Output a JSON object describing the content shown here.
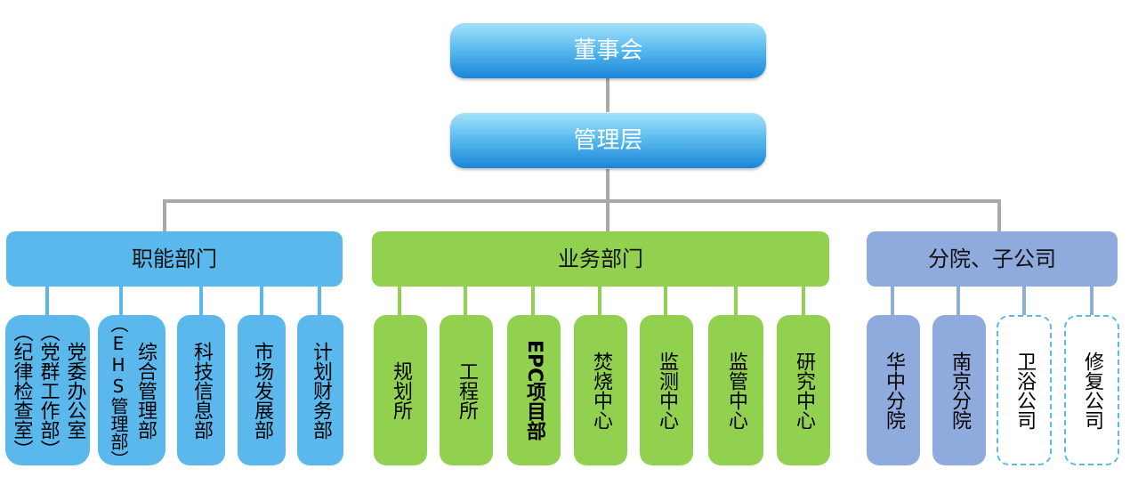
{
  "chart": {
    "top": "董事会",
    "management": "管理层",
    "groups": {
      "functional": {
        "label": "职能部门",
        "units": [
          {
            "lines": [
              "党委办公室",
              "（党群工作部）",
              "（纪律检查室）"
            ]
          },
          {
            "lines": [
              "综合管理部",
              "（EHS管理部）"
            ]
          },
          {
            "lines": [
              "科技信息部"
            ]
          },
          {
            "lines": [
              "市场发展部"
            ]
          },
          {
            "lines": [
              "计划财务部"
            ]
          }
        ]
      },
      "business": {
        "label": "业务部门",
        "units": [
          {
            "lines": [
              "规划所"
            ]
          },
          {
            "lines": [
              "工程所"
            ]
          },
          {
            "lines": [
              "EPC项目部"
            ]
          },
          {
            "lines": [
              "焚烧中心"
            ]
          },
          {
            "lines": [
              "监测中心"
            ]
          },
          {
            "lines": [
              "监管中心"
            ]
          },
          {
            "lines": [
              "研究中心"
            ]
          }
        ]
      },
      "branches": {
        "label": "分院、子公司",
        "units": [
          {
            "lines": [
              "华中分院"
            ]
          },
          {
            "lines": [
              "南京分院"
            ]
          },
          {
            "lines": [
              "卫浴公司"
            ]
          },
          {
            "lines": [
              "修复公司"
            ]
          }
        ]
      }
    }
  },
  "colors": {
    "functional": "#5ab8ec",
    "business": "#92d050",
    "branches": "#8faadc",
    "connector": "#a9a9a9"
  }
}
